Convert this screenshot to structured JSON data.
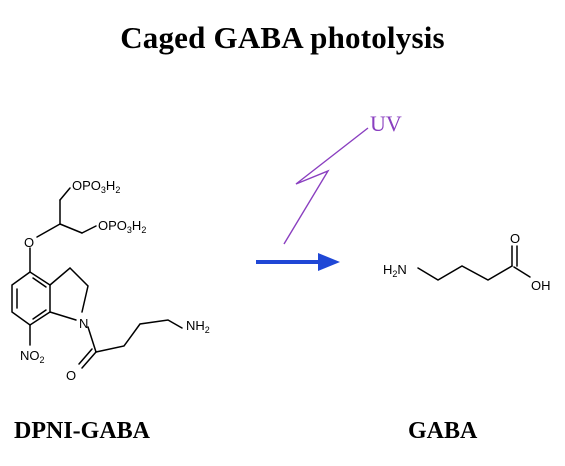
{
  "title": "Caged GABA photolysis",
  "reactant": {
    "name": "DPNI-GABA",
    "labels": {
      "phosphate_top": "OPO",
      "phosphate_top_sub1": "3",
      "phosphate_top_h": "H",
      "phosphate_top_sub2": "2",
      "phosphate_mid": "OPO",
      "phosphate_mid_sub1": "3",
      "phosphate_mid_h": "H",
      "phosphate_mid_sub2": "2",
      "ether_o": "O",
      "ring_n": "N",
      "amine": "NH",
      "amine_sub": "2",
      "nitro": "NO",
      "nitro_sub": "2",
      "carbonyl_o": "O"
    }
  },
  "product": {
    "name": "GABA",
    "labels": {
      "amine_h": "H",
      "amine_sub": "2",
      "amine_n": "N",
      "carbonyl_o": "O",
      "hydroxyl": "OH"
    }
  },
  "stimulus": {
    "label": "UV",
    "color": "#8a3fc0"
  },
  "arrow_color": "#1f47d6"
}
